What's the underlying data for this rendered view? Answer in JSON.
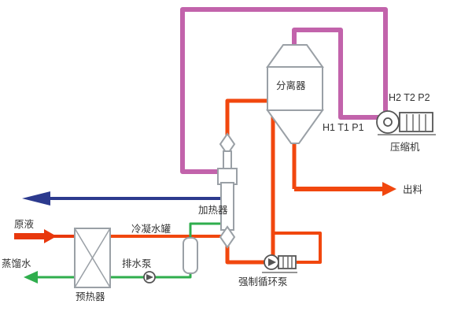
{
  "diagram": {
    "labels": {
      "feed": "原液",
      "distilled_water": "蒸馏水",
      "preheater": "预热器",
      "condensate_tank": "冷凝水罐",
      "drain_pump": "排水泵",
      "heater": "加热器",
      "forced_circulation_pump": "强制循环泵",
      "separator": "分离器",
      "discharge": "出料",
      "compressor": "压缩机",
      "compressor_inlet_tags": "H1 T1 P1",
      "compressor_outlet_tags": "H2 T2 P2"
    },
    "colors": {
      "vapor_line": "#c263ab",
      "circulation_line": "#f1470e",
      "feed_line": "#e8380d",
      "condensate_line": "#2fae4d",
      "vacuum_line": "#2c3a8e",
      "equipment_outline": "#9aa0a6",
      "machine_outline": "#555555",
      "label_text": "#333333",
      "background": "#ffffff"
    }
  }
}
